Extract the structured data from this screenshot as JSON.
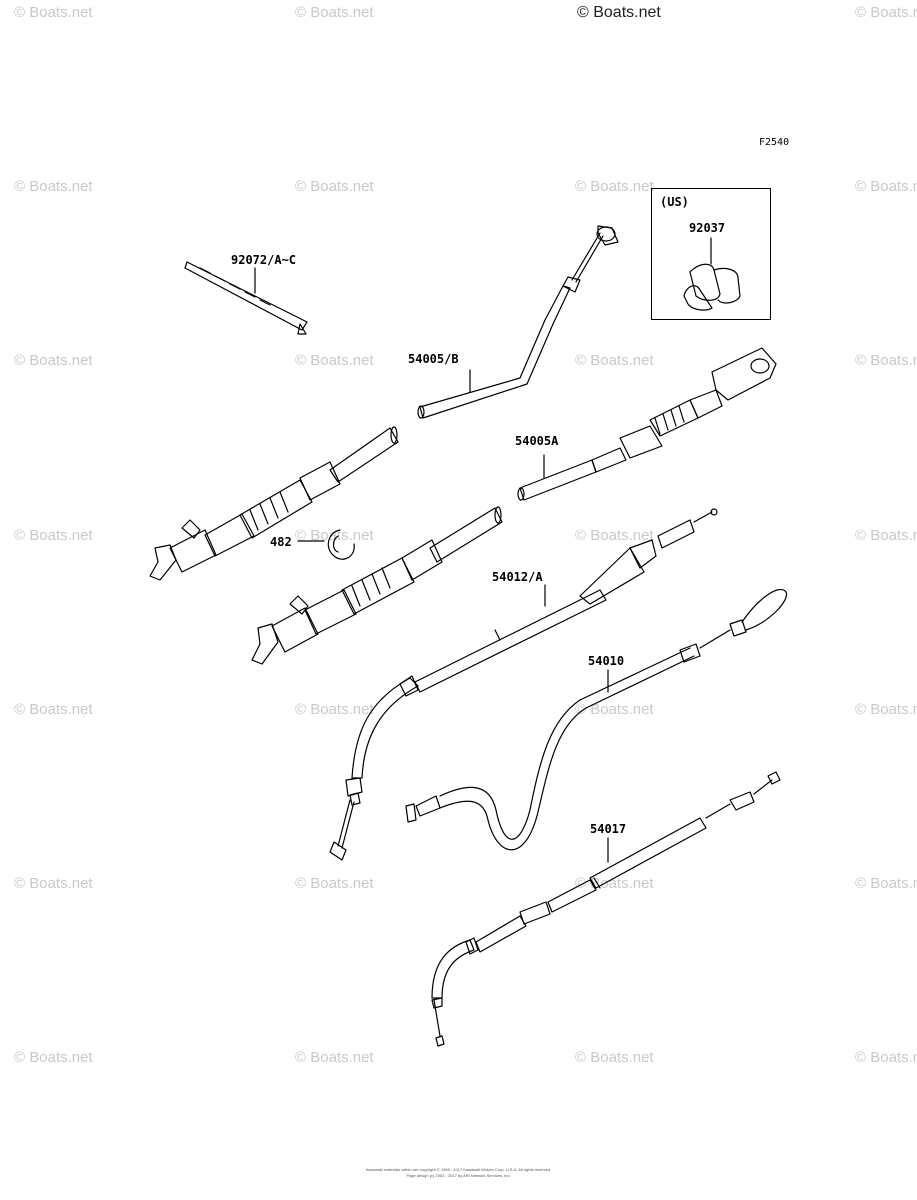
{
  "watermark": {
    "header_text": "© Boats.net",
    "tile_text": "© Boats.net"
  },
  "diagram": {
    "figure_code": "F2540",
    "us_box_label": "(US)",
    "parts": {
      "band_tie": "92072/A~C",
      "cable_54005b": "54005/B",
      "cable_54005a": "54005A",
      "clip_482": "482",
      "throttle_cable": "54012/A",
      "cable_54010": "54010",
      "cable_54017": "54017",
      "clamp_92037": "92037"
    }
  },
  "copyright": {
    "line1": "Kawasaki materials within are copyright © 1998 - 2017 Kawasaki Motors Corp. U.S.A. All rights reserved.",
    "line2": "Page design (c) 2002 - 2017 by ARI Network Services, Inc."
  },
  "colors": {
    "line": "#000000",
    "watermark": "#c9c9c9"
  }
}
